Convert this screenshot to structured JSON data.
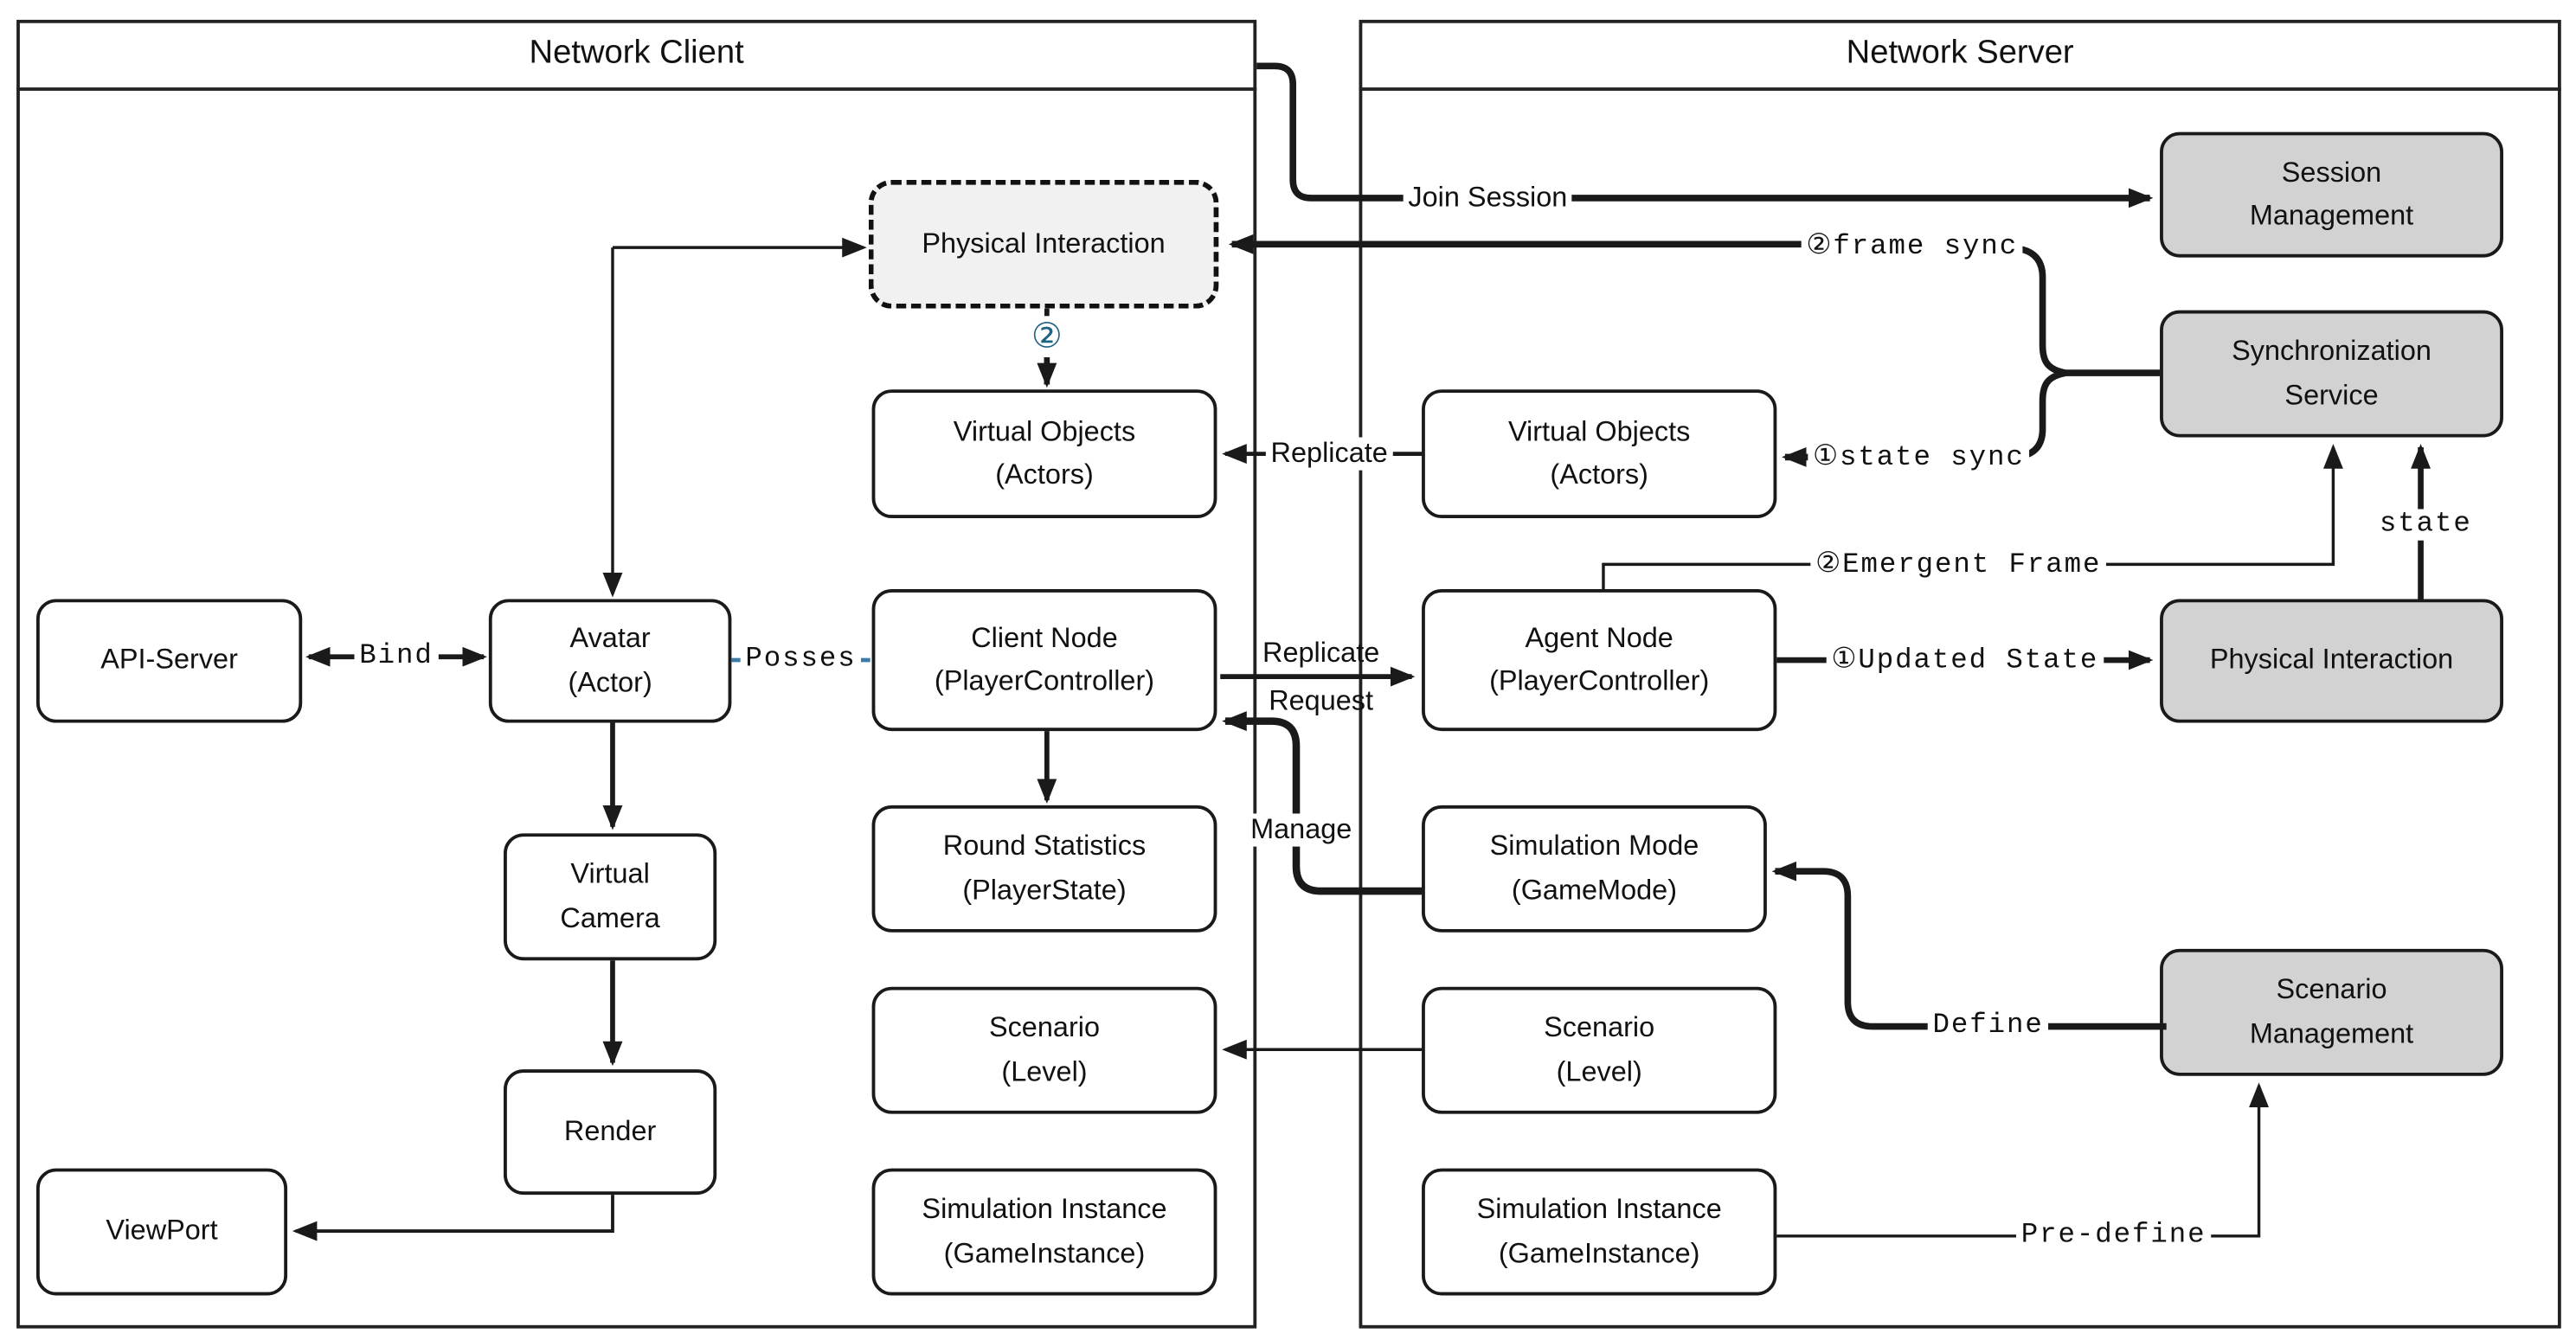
{
  "client": {
    "title": "Network Client",
    "physical_interaction": {
      "line1": "Physical Interaction"
    },
    "virtual_objects": {
      "line1": "Virtual Objects",
      "line2": "(Actors)"
    },
    "api_server": {
      "line1": "API-Server"
    },
    "avatar": {
      "line1": "Avatar",
      "line2": "(Actor)"
    },
    "client_node": {
      "line1": "Client Node",
      "line2": "(PlayerController)"
    },
    "round_statistics": {
      "line1": "Round Statistics",
      "line2": "(PlayerState)"
    },
    "virtual_camera": {
      "line1": "Virtual",
      "line2": "Camera"
    },
    "scenario": {
      "line1": "Scenario",
      "line2": "(Level)"
    },
    "render": {
      "line1": "Render"
    },
    "simulation_instance": {
      "line1": "Simulation Instance",
      "line2": "(GameInstance)"
    },
    "viewport": {
      "line1": "ViewPort"
    }
  },
  "server": {
    "title": "Network Server",
    "session_management": {
      "line1": "Session",
      "line2": "Management"
    },
    "synchronization_service": {
      "line1": "Synchronization",
      "line2": "Service"
    },
    "virtual_objects": {
      "line1": "Virtual Objects",
      "line2": "(Actors)"
    },
    "agent_node": {
      "line1": "Agent Node",
      "line2": "(PlayerController)"
    },
    "physical_interaction": {
      "line1": "Physical Interaction"
    },
    "simulation_mode": {
      "line1": "Simulation Mode",
      "line2": "(GameMode)"
    },
    "scenario_management": {
      "line1": "Scenario",
      "line2": "Management"
    },
    "scenario": {
      "line1": "Scenario",
      "line2": "(Level)"
    },
    "simulation_instance": {
      "line1": "Simulation Instance",
      "line2": "(GameInstance)"
    }
  },
  "edges": {
    "join_session": "Join Session",
    "frame_sync": "②frame sync",
    "state_sync": "①state sync",
    "replicate": "Replicate",
    "replicate_request": {
      "line1": "Replicate",
      "line2": "Request"
    },
    "manage": "Manage",
    "emergent_frame": "②Emergent Frame",
    "updated_state": "①Updated State",
    "state": "state",
    "define": "Define",
    "pre_define": "Pre-define",
    "bind": "Bind",
    "posses": "Posses",
    "step_badge": "②"
  },
  "colors": {
    "step_badge_blue": "#1f6384",
    "posses_line_blue": "#3a7ca5",
    "service_node_gray": "#d2d2d2",
    "dashed_node_gray": "#f1f1f1",
    "line_black": "#1a1a1a"
  }
}
